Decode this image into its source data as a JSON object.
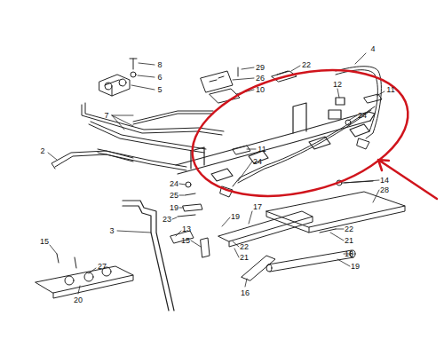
{
  "diagram": {
    "labels": [
      "4",
      "8",
      "29",
      "22",
      "6",
      "26",
      "5",
      "10",
      "11",
      "12",
      "7",
      "24",
      "2",
      "11",
      "24",
      "14",
      "24",
      "28",
      "25",
      "19",
      "23",
      "17",
      "19",
      "13",
      "22",
      "15",
      "3",
      "21",
      "15",
      "22",
      "18",
      "21",
      "19",
      "27",
      "16",
      "20"
    ]
  }
}
